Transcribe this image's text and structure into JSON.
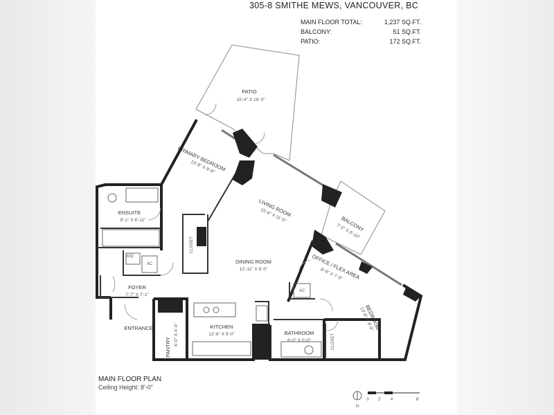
{
  "header": {
    "title": "305-8 SMITHE MEWS, VANCOUVER, BC",
    "areas": [
      {
        "label": "MAIN FLOOR TOTAL:",
        "value": "1,237 SQ.FT."
      },
      {
        "label": "BALCONY:",
        "value": "51 SQ.FT."
      },
      {
        "label": "PATIO:",
        "value": "172 SQ.FT."
      }
    ]
  },
  "rooms": {
    "patio": {
      "name": "PATIO",
      "dims": "15'-4\" X 16'-3\""
    },
    "primary_bedroom": {
      "name": "PRIMARY BEDROOM",
      "dims": "13'-9\" X 9'-8\""
    },
    "ensuite": {
      "name": "ENSUITE",
      "dims": "9'-1\" X 8'-11\""
    },
    "living_room": {
      "name": "LIVING ROOM",
      "dims": "15'-6\" X 11'-5\""
    },
    "balcony": {
      "name": "BALCONY",
      "dims": "7'-2\" X 6'-10\""
    },
    "dining_room": {
      "name": "DINING ROOM",
      "dims": "12'-11\" X 8'-0\""
    },
    "office": {
      "name": "OFFICE / FLEX AREA",
      "dims": "8'-9\" X 7'-9\""
    },
    "foyer": {
      "name": "FOYER",
      "dims": "7'-7\" X 7'-1\""
    },
    "kitchen": {
      "name": "KITCHEN",
      "dims": "12'-6\" X 9'-0\""
    },
    "pantry": {
      "name": "PANTRY",
      "dims": "6'-0\" X 4'-4\""
    },
    "bedroom": {
      "name": "BEDROOM",
      "dims": "13'-8\" X 8'-9\""
    },
    "bathroom": {
      "name": "BATHROOM",
      "dims": "8'-0\" X 5'-0\""
    }
  },
  "labels": {
    "entrance": "ENTRANCE",
    "closet": "CLOSET",
    "wd": "W/D",
    "ac": "AC"
  },
  "footer": {
    "plan_title": "MAIN FLOOR PLAN",
    "ceiling": "Ceiling Height: 8'-0\""
  },
  "scale": {
    "north": "N",
    "ticks": [
      "0",
      "2'",
      "4'",
      "8'"
    ]
  },
  "colors": {
    "wall": "#222222",
    "line": "#555555",
    "glass": "#777777"
  }
}
